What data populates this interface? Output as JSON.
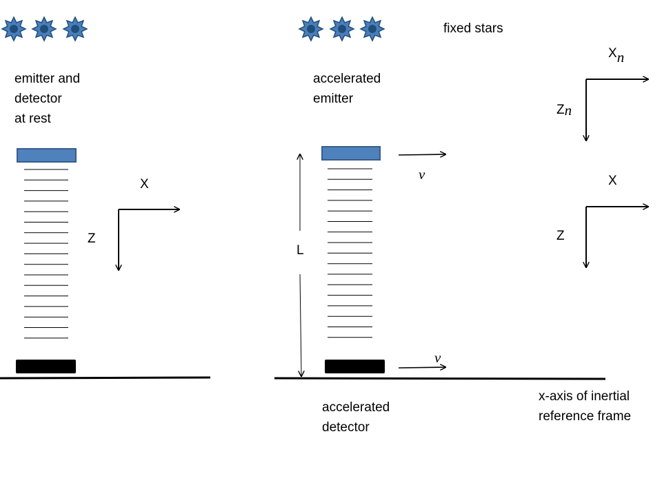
{
  "labels": {
    "fixed_stars": "fixed stars",
    "rest_caption": "emitter and\ndetector\nat rest",
    "accel_emitter": "accelerated\nemitter",
    "accel_detector": "accelerated\ndetector",
    "length": "L",
    "velocity_top": "v",
    "velocity_bottom": "v",
    "axis_caption": "x-axis of inertial\nreference frame",
    "left_axes": {
      "x": "X",
      "z": "Z"
    },
    "right_axes_n": {
      "x": "X",
      "x_sub": "n",
      "z": "Z",
      "z_sub": "n"
    },
    "right_axes": {
      "x": "X",
      "z": "Z"
    }
  },
  "colors": {
    "emitter": "#4f81bd",
    "emitter_border": "#385d8a",
    "detector": "#000000",
    "star": "#1f4e79",
    "star_light": "#4a7ebb",
    "ink": "#000000"
  },
  "icons": {
    "star": "star-icon"
  },
  "star_count_left": 3,
  "star_count_middle": 3
}
